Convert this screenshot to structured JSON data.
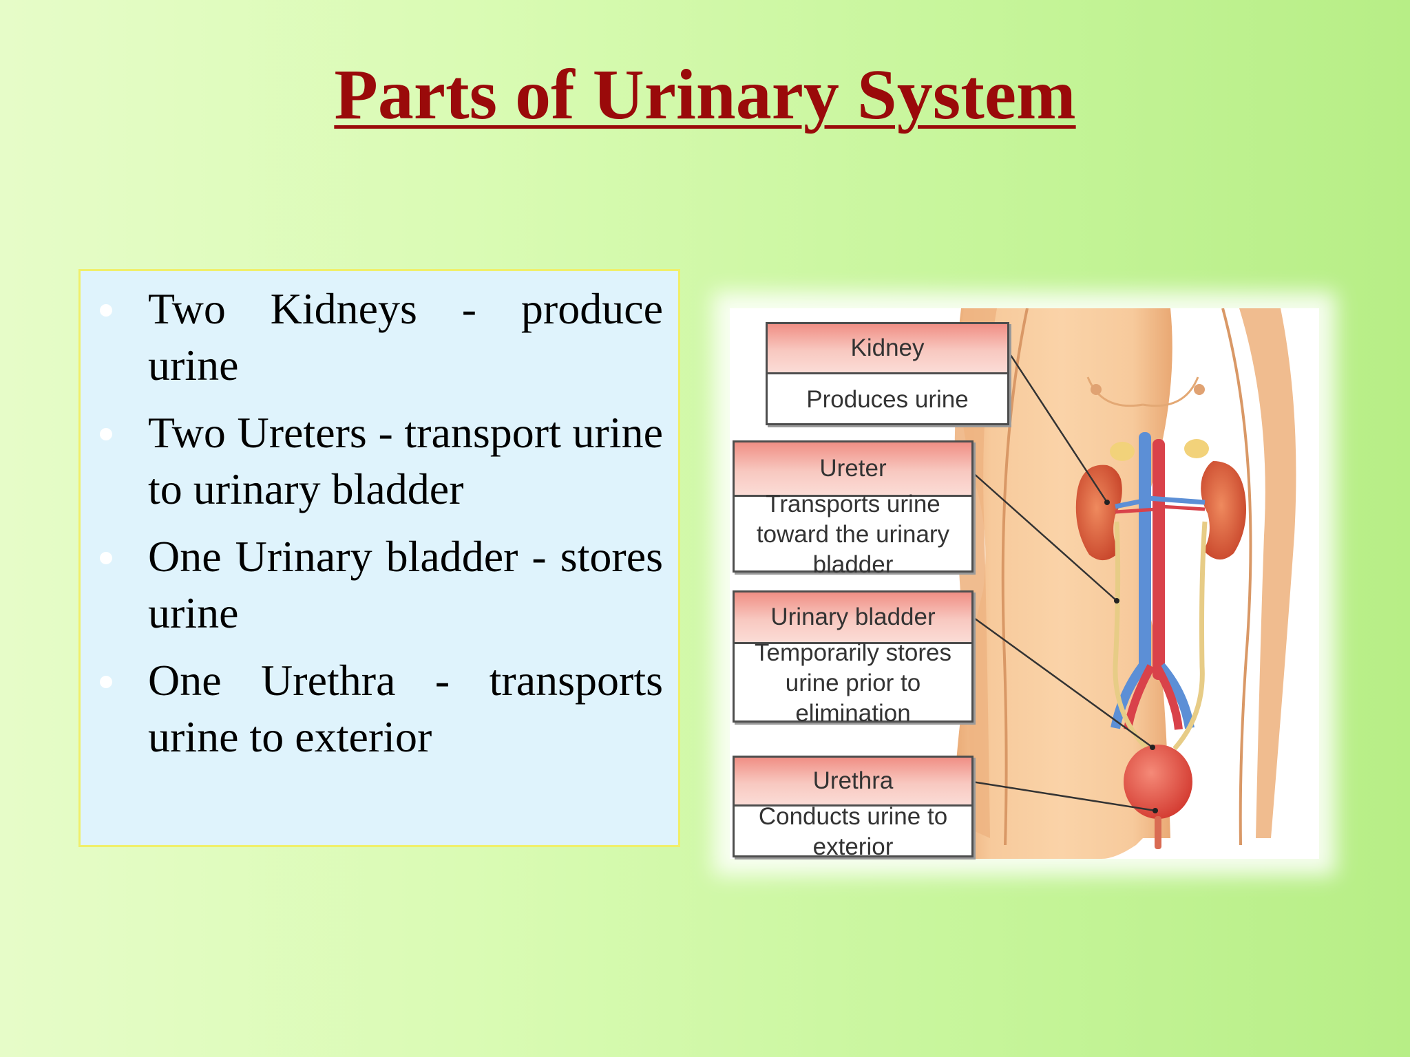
{
  "slide": {
    "title": "Parts of Urinary System",
    "bullets": [
      "Two Kidneys - produce urine",
      "Two Ureters - transport urine to urinary bladder",
      "One Urinary bladder - stores urine",
      "One Urethra - transports urine to exterior"
    ]
  },
  "figure": {
    "labels": [
      {
        "name": "Kidney",
        "description": "Produces urine"
      },
      {
        "name": "Ureter",
        "description": "Transports urine toward the urinary bladder"
      },
      {
        "name": "Urinary bladder",
        "description": "Temporarily stores urine prior to elimination"
      },
      {
        "name": "Urethra",
        "description": "Conducts urine to exterior"
      }
    ]
  },
  "colors": {
    "title": "#9a0a0a",
    "bullet_box_bg": "#dff3fc",
    "bullet_box_border": "#f0ef6a",
    "label_header": "#f08f85",
    "kidney": "#d9583a",
    "bladder": "#e2503c",
    "vein": "#5c8fd6",
    "artery": "#d9424a",
    "skin": "#f6c99a"
  }
}
